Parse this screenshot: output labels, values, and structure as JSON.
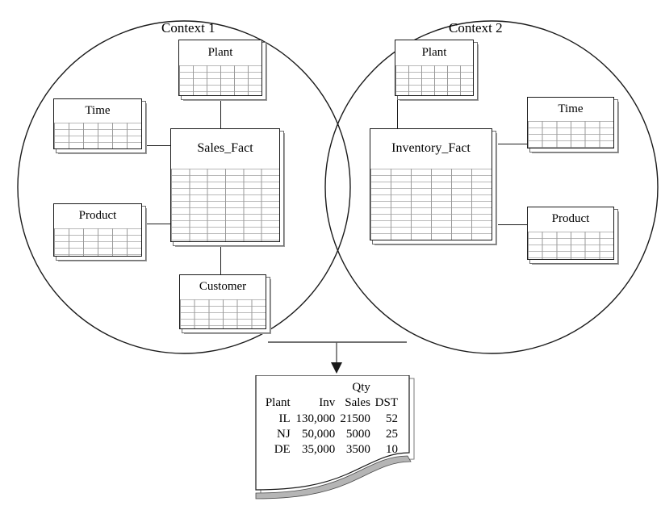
{
  "diagram": {
    "type": "venn-context-diagram",
    "contexts": [
      {
        "id": "context-1",
        "label": "Context 1",
        "fact_table": "Sales_Fact",
        "dimension_tables": [
          "Plant",
          "Time",
          "Product",
          "Customer"
        ]
      },
      {
        "id": "context-2",
        "label": "Context 2",
        "fact_table": "Inventory_Fact",
        "dimension_tables": [
          "Plant",
          "Time",
          "Product"
        ]
      }
    ]
  },
  "tables": {
    "c1_plant": "Plant",
    "c1_time": "Time",
    "c1_product": "Product",
    "c1_customer": "Customer",
    "c1_fact": "Sales_Fact",
    "c2_plant": "Plant",
    "c2_time": "Time",
    "c2_product": "Product",
    "c2_fact": "Inventory_Fact"
  },
  "report": {
    "group_header": "Qty",
    "columns": [
      "Plant",
      "Inv",
      "Sales",
      "DST"
    ],
    "rows": [
      {
        "plant": "IL",
        "inv": "130,000",
        "sales": "21500",
        "dst": "52"
      },
      {
        "plant": "NJ",
        "inv": "50,000",
        "sales": "5000",
        "dst": "25"
      },
      {
        "plant": "DE",
        "inv": "35,000",
        "sales": "3500",
        "dst": "10"
      }
    ]
  },
  "colors": {
    "outline": "#1a1a1a",
    "shadow": "#9d9d9d",
    "grid_row": "#b9b9b9",
    "grid_col": "#9a9a9a",
    "background": "#ffffff"
  }
}
